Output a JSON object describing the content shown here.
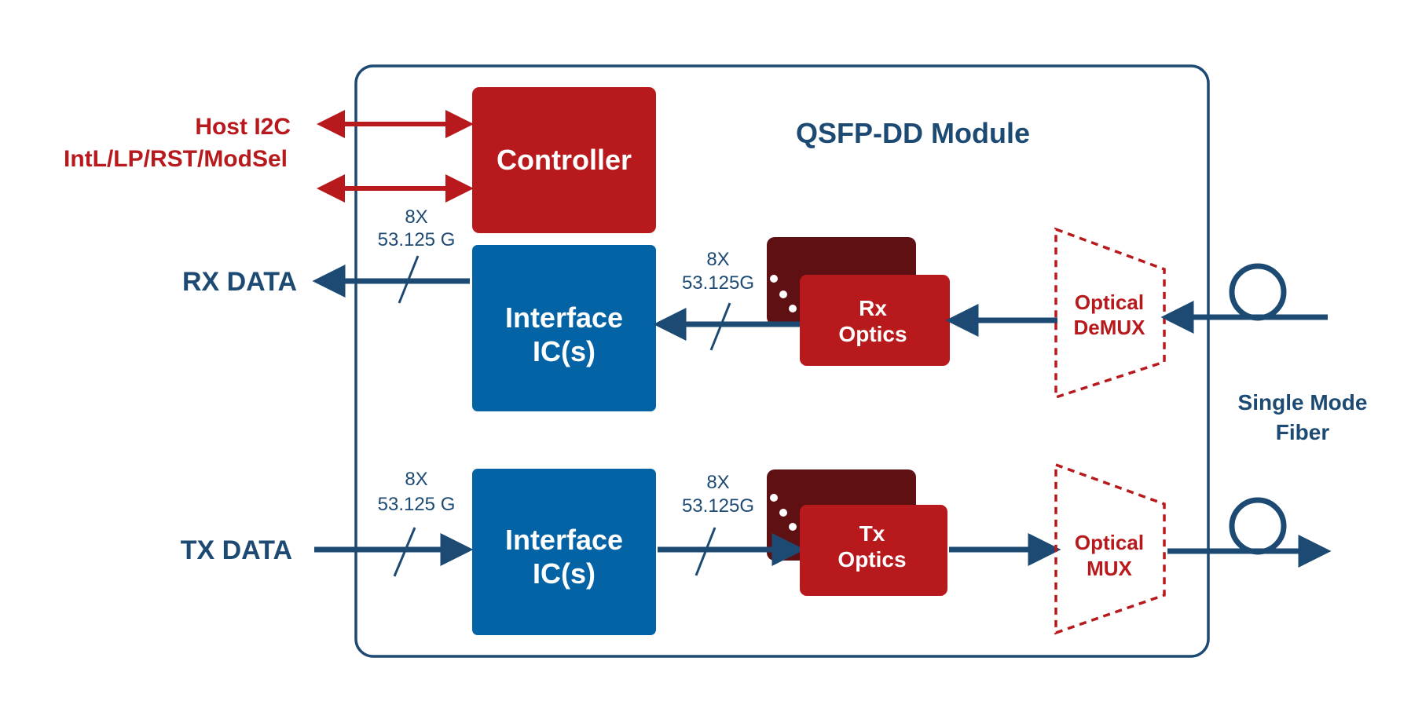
{
  "module_title": "QSFP-DD Module",
  "host": {
    "line1": "Host I2C",
    "line2": "IntL/LP/RST/ModSel"
  },
  "rx_data": "RX DATA",
  "tx_data": "TX DATA",
  "controller": "Controller",
  "interface_ic": {
    "line1": "Interface",
    "line2": "IC(s)"
  },
  "rx_optics": {
    "line1": "Rx",
    "line2": "Optics"
  },
  "tx_optics": {
    "line1": "Tx",
    "line2": "Optics"
  },
  "demux": {
    "line1": "Optical",
    "line2": "DeMUX"
  },
  "mux": {
    "line1": "Optical",
    "line2": "MUX"
  },
  "fiber": {
    "line1": "Single Mode",
    "line2": "Fiber"
  },
  "lane_host": {
    "line1": "8X",
    "line2": "53.125 G"
  },
  "lane_optics": {
    "line1": "8X",
    "line2": "53.125G"
  },
  "colors": {
    "navy": "#1d4a73",
    "red": "#b8191c",
    "dark_red": "#5e1013",
    "blue": "#0463a5",
    "white": "#ffffff"
  }
}
